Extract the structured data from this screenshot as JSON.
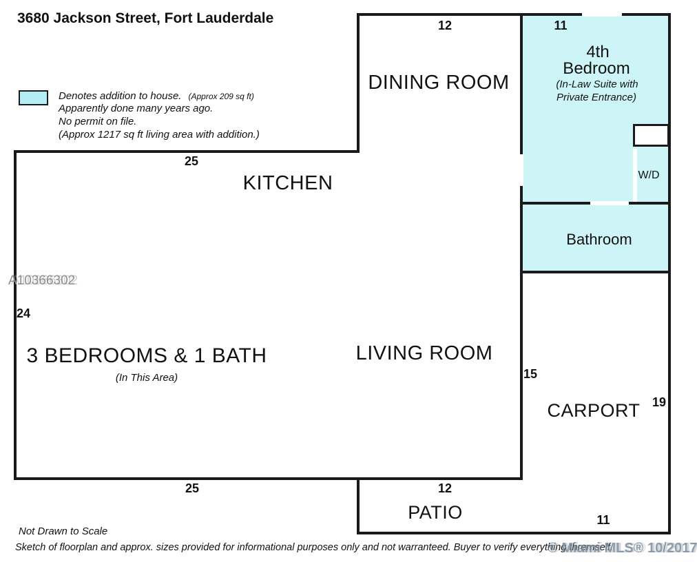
{
  "title": "3680 Jackson Street, Fort Lauderdale",
  "legend": {
    "line1": "Denotes addition to house.",
    "line1_note": "(Approx 209 sq ft)",
    "line2": "Apparently done many years ago.",
    "line3": "No permit on file.",
    "line4": "(Approx 1217 sq ft living area with addition.)"
  },
  "watermark": {
    "mls_number": "A10366302",
    "stamp": "© Miami MLS® 10/2017"
  },
  "rooms": {
    "dining_room": {
      "label": "DINING ROOM",
      "width_ft": "12"
    },
    "bedroom4": {
      "title_line1": "4th",
      "title_line2": "Bedroom",
      "note_line1": "(In-Law Suite with",
      "note_line2": "Private Entrance)",
      "width_ft": "11"
    },
    "wd_closet": {
      "label": "W/D"
    },
    "bathroom": {
      "label": "Bathroom"
    },
    "kitchen": {
      "label": "KITCHEN",
      "width_ft": "25"
    },
    "bedrooms_area": {
      "label": "3 BEDROOMS & 1 BATH",
      "note": "(In This Area)",
      "height_ft": "24",
      "width_bottom_ft": "25"
    },
    "living_room": {
      "label": "LIVING ROOM",
      "height_ft": "15"
    },
    "carport": {
      "label": "CARPORT",
      "height_ft": "19"
    },
    "patio": {
      "label": "PATIO",
      "width_ft": "12",
      "width_right_ft": "11"
    }
  },
  "footer": {
    "line1": "Not Drawn to Scale",
    "line2": "Sketch of floorplan and approx. sizes provided for informational purposes only and not warranteed.  Buyer to verify everything thremself."
  },
  "colors": {
    "addition_fill": "#cdf4f7",
    "legend_swatch": "#b5edf4",
    "wall": "#1a1a1a",
    "watermark_grey": "#8e8e8e",
    "stamp_grey_blue": "#7d8c9b"
  }
}
